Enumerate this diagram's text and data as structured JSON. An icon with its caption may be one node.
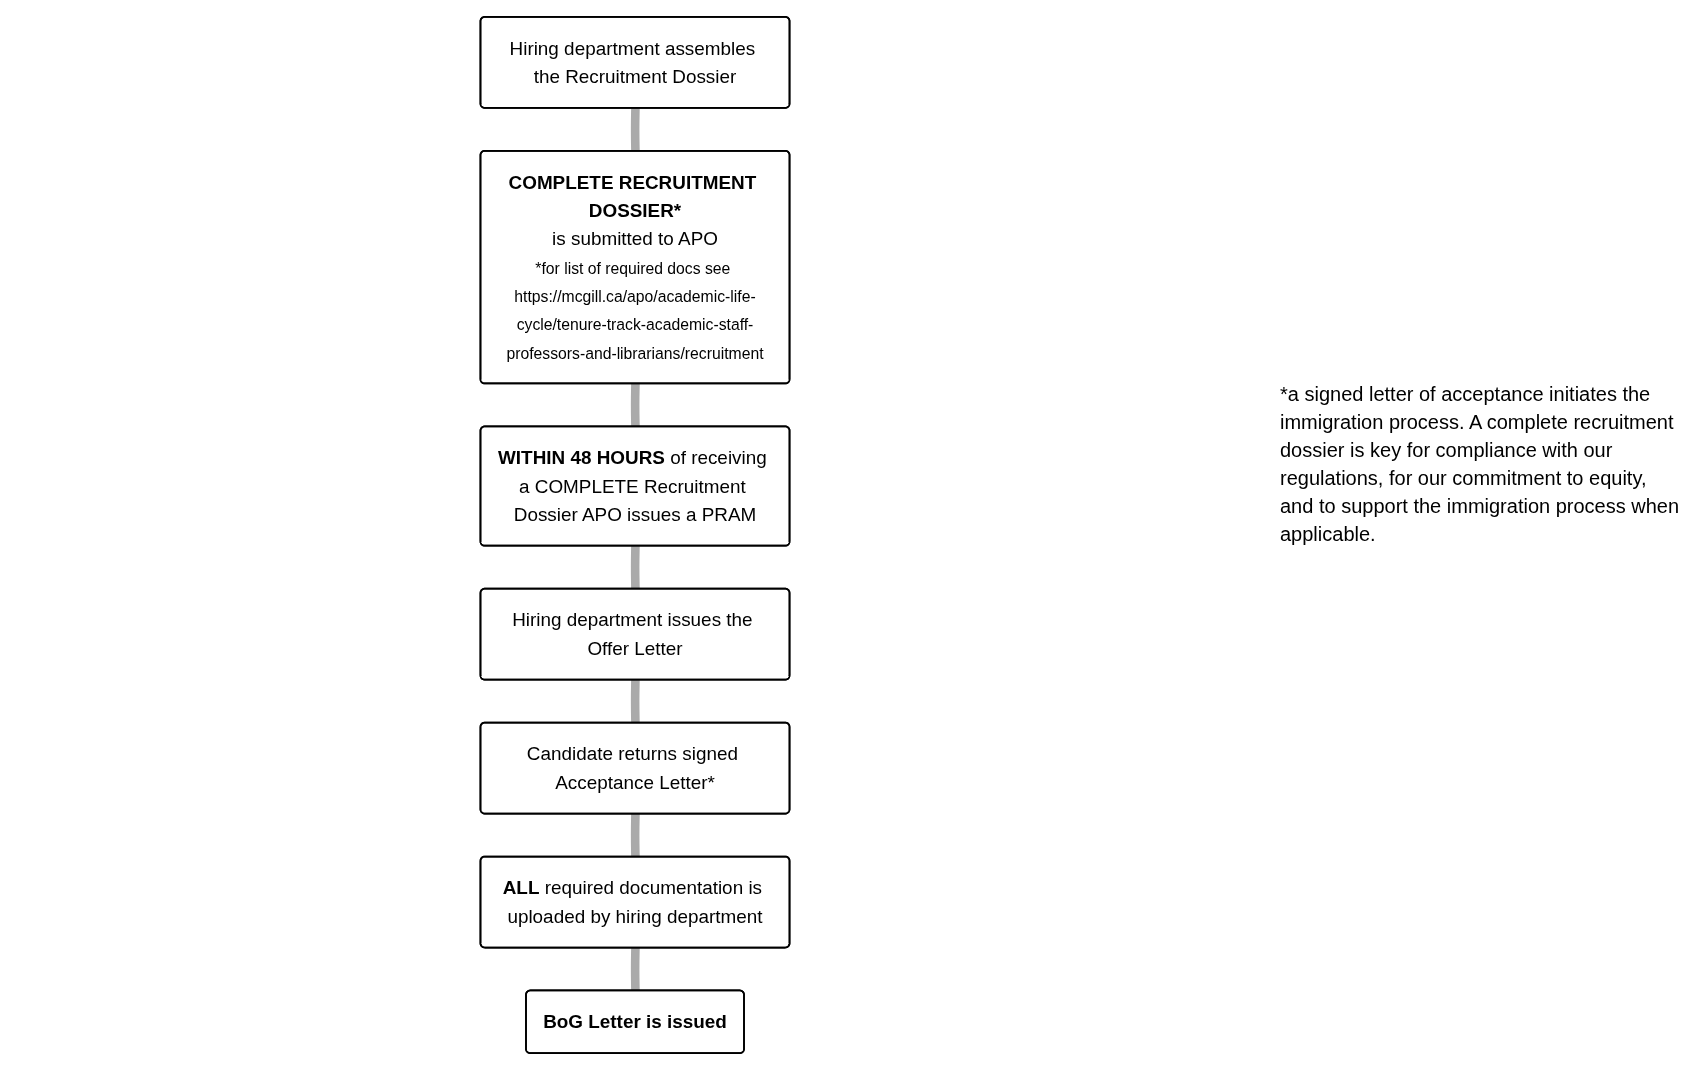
{
  "diagram": {
    "nodes": [
      {
        "text": [
          "Hiring department assembles the Recruitment Dossier"
        ]
      },
      {
        "text": [
          "COMPLETE RECRUITMENT DOSSIER*",
          "is submitted to APO",
          "*for list of required docs see https://mcgill.ca/apo/academic-life-cycle/tenure-track-academic-staff-professors-and-librarians/recruitment"
        ]
      },
      {
        "text": [
          "**WITHIN 48 HOURS** of receiving a COMPLETE Recruitment Dossier APO issues a PRAM"
        ]
      },
      {
        "text": [
          "Hiring department issues the Offer Letter"
        ]
      },
      {
        "text": [
          "Candidate returns signed Acceptance Letter*"
        ]
      },
      {
        "text": [
          "**ALL** required documentation is uploaded by hiring department"
        ]
      },
      {
        "text": [
          "BoG Letter is issued"
        ]
      }
    ],
    "edges": [
      {
        "from": 0,
        "to": 1,
        "arrow": "none"
      },
      {
        "from": 1,
        "to": 2,
        "arrow": "none"
      },
      {
        "from": 2,
        "to": 3,
        "arrow": "none"
      },
      {
        "from": 3,
        "to": 4,
        "arrow": "none"
      },
      {
        "from": 4,
        "to": 5,
        "arrow": "none"
      },
      {
        "from": 5,
        "to": 6,
        "arrow": "none"
      }
    ],
    "labels": [
      "*a signed letter of acceptance initiates the immigration process. A complete recruitment dossier is key for compliance with our regulations, for our commitment to equity, and to support the immigration process when applicable."
    ]
  }
}
